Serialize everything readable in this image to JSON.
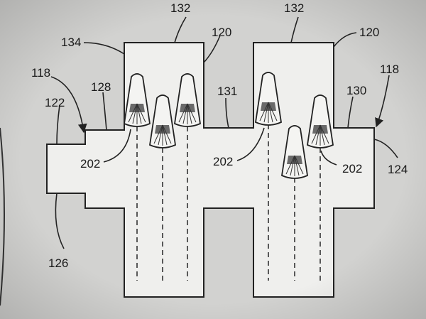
{
  "figure": {
    "refs": {
      "r132a": "132",
      "r132b": "132",
      "r134": "134",
      "r120a": "120",
      "r120b": "120",
      "r118a": "118",
      "r118b": "118",
      "r128": "128",
      "r131": "131",
      "r130": "130",
      "r122": "122",
      "r202a": "202",
      "r202b": "202",
      "r202c": "202",
      "r124": "124",
      "r126": "126"
    },
    "colors": {
      "paper": "#efefed",
      "ink": "#222222",
      "background": "#cfcfcf"
    },
    "icons": [
      "nozzle-icon",
      "arrow-icon"
    ]
  }
}
